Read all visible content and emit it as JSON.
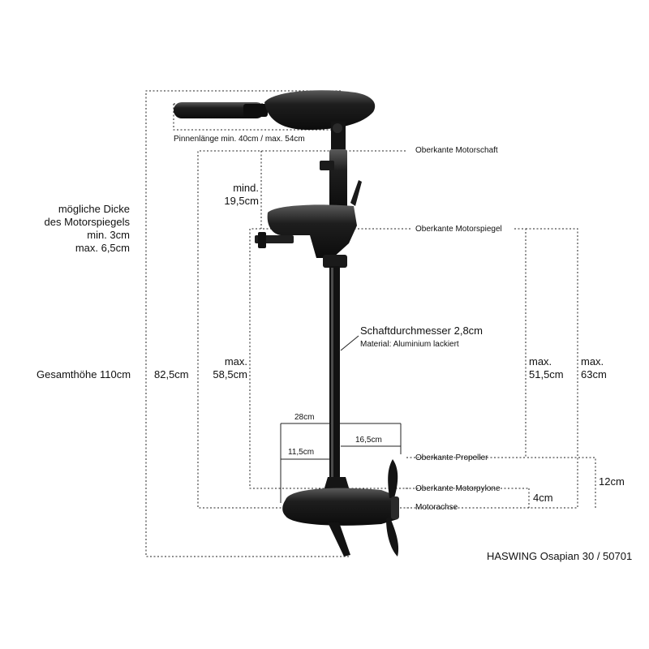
{
  "labels": {
    "spiegel_dicke": [
      "mögliche Dicke",
      "des Motorspiegels",
      "min. 3cm",
      "max. 6,5cm"
    ],
    "gesamthoehe": "Gesamthöhe 110cm",
    "h825": "82,5cm",
    "mind": [
      "mind.",
      "19,5cm"
    ],
    "max585": [
      "max.",
      "58,5cm"
    ],
    "pinnenlaenge": "Pinnenlänge min. 40cm / max. 54cm",
    "oberkante_motorschaft": "Oberkante Motorschaft",
    "oberkante_motorspiegel": "Oberkante Motorspiegel",
    "schaftdurchmesser": "Schaftdurchmesser 2,8cm",
    "material": "Material: Aluminium lackiert",
    "max515": [
      "max.",
      "51,5cm"
    ],
    "max63": [
      "max.",
      "63cm"
    ],
    "w28": "28cm",
    "w165": "16,5cm",
    "w115": "11,5cm",
    "oberkante_propeller": "Oberkante Propeller",
    "oberkante_motorpylone": "Oberkante Motorpylone",
    "motorachse": "Motorachse",
    "h4": "4cm",
    "h12": "12cm",
    "product": "HASWING Osapian 30 / 50701"
  },
  "colors": {
    "motor": "#161616",
    "line": "#222222",
    "highlight": "#5a5a5a"
  }
}
